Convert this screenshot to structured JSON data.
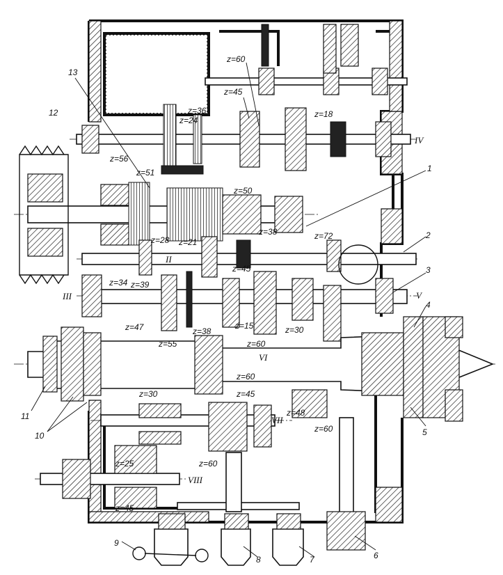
{
  "labels": {
    "z60_top": "z=60",
    "z45_top": "z=45",
    "z36": "z=36",
    "z24": "z=24",
    "z18": "z=18",
    "z56": "z=56",
    "z51": "z=51",
    "z50": "z=50",
    "z38_mid": "z=38",
    "z72": "z=72",
    "z28": "z=28",
    "z21": "z=21",
    "z45_mid": "z=45",
    "z34": "z=34",
    "z39": "z=39",
    "z47": "z=47",
    "z38_low": "z=38",
    "z15": "z=15",
    "z30_mid": "z=30",
    "z55": "z=55",
    "z60_spindle": "z=60",
    "z60_under": "z=60",
    "z30_low": "z=30",
    "z45_low": "z=45",
    "z48": "z=48",
    "z60_right": "z=60",
    "z60_bottom": "z=60",
    "z25": "z=25",
    "z45_bottom": "z=45"
  },
  "shaft_labels": {
    "s2": "II",
    "s3": "III",
    "s4": "IV",
    "s5": "V",
    "s6": "VI",
    "s7": "VII",
    "s8": "VIII"
  },
  "callouts": {
    "c1": "1",
    "c2": "2",
    "c3": "3",
    "c4": "4",
    "c5": "5",
    "c6": "6",
    "c7": "7",
    "c8": "8",
    "c9": "9",
    "c10": "10",
    "c11": "11",
    "c12": "12",
    "c13": "13"
  }
}
